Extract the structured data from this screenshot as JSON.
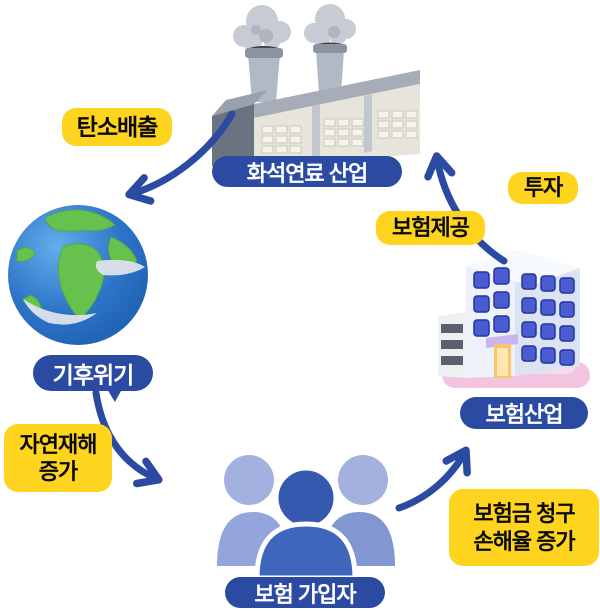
{
  "diagram": {
    "background": "#ffffff",
    "colors": {
      "label_pill_blue": "#2b4aa1",
      "label_tag_yellow": "#ffd41e",
      "arrow_blue": "#2b4aa1",
      "pill_text": "#ffffff",
      "tag_text": "#0a0a0a",
      "globe_ocean": "#2d74c8",
      "globe_land": "#66c14d",
      "people_front_blue": "#3f66bd",
      "people_back_left_blue": "#93a5da",
      "people_back_right_blue": "#8296d2",
      "factory_roof_gray": "#a6adb9",
      "factory_wall_cream": "#e7e4db",
      "building_wall_blue_white": "#e3eaf5",
      "building_window_blue": "#4a5cd2",
      "building_base_pink": "#f2c4e0",
      "building_door_yellow": "#ffd27a"
    },
    "nodes": [
      {
        "id": "fossil-fuel-industry",
        "label": "화석연료 산업",
        "icon": "factory-icon"
      },
      {
        "id": "climate-crisis",
        "label": "기후위기",
        "icon": "earth-icon"
      },
      {
        "id": "insurance-policyholders",
        "label": "보험 가입자",
        "icon": "people-group-icon"
      },
      {
        "id": "insurance-industry",
        "label": "보험산업",
        "icon": "office-building-icon"
      }
    ],
    "edge_labels": [
      {
        "id": "carbon-emissions",
        "label": "탄소배출"
      },
      {
        "id": "natural-disaster-increase",
        "line1": "자연재해",
        "line2": "증가"
      },
      {
        "id": "insurance-provision",
        "label": "보험제공"
      },
      {
        "id": "investment",
        "label": "투자"
      },
      {
        "id": "claims-loss-ratio-increase",
        "line1": "보험금 청구",
        "line2": "손해율 증가"
      }
    ],
    "arrows": [
      {
        "id": "arrow-fossil-to-climate",
        "from": "fossil-fuel-industry",
        "to": "climate-crisis"
      },
      {
        "id": "arrow-climate-to-policyholders",
        "from": "climate-crisis",
        "to": "insurance-policyholders"
      },
      {
        "id": "arrow-policyholders-to-insurance",
        "from": "insurance-policyholders",
        "to": "insurance-industry"
      },
      {
        "id": "arrow-insurance-to-fossil",
        "from": "insurance-industry",
        "to": "fossil-fuel-industry"
      }
    ]
  }
}
